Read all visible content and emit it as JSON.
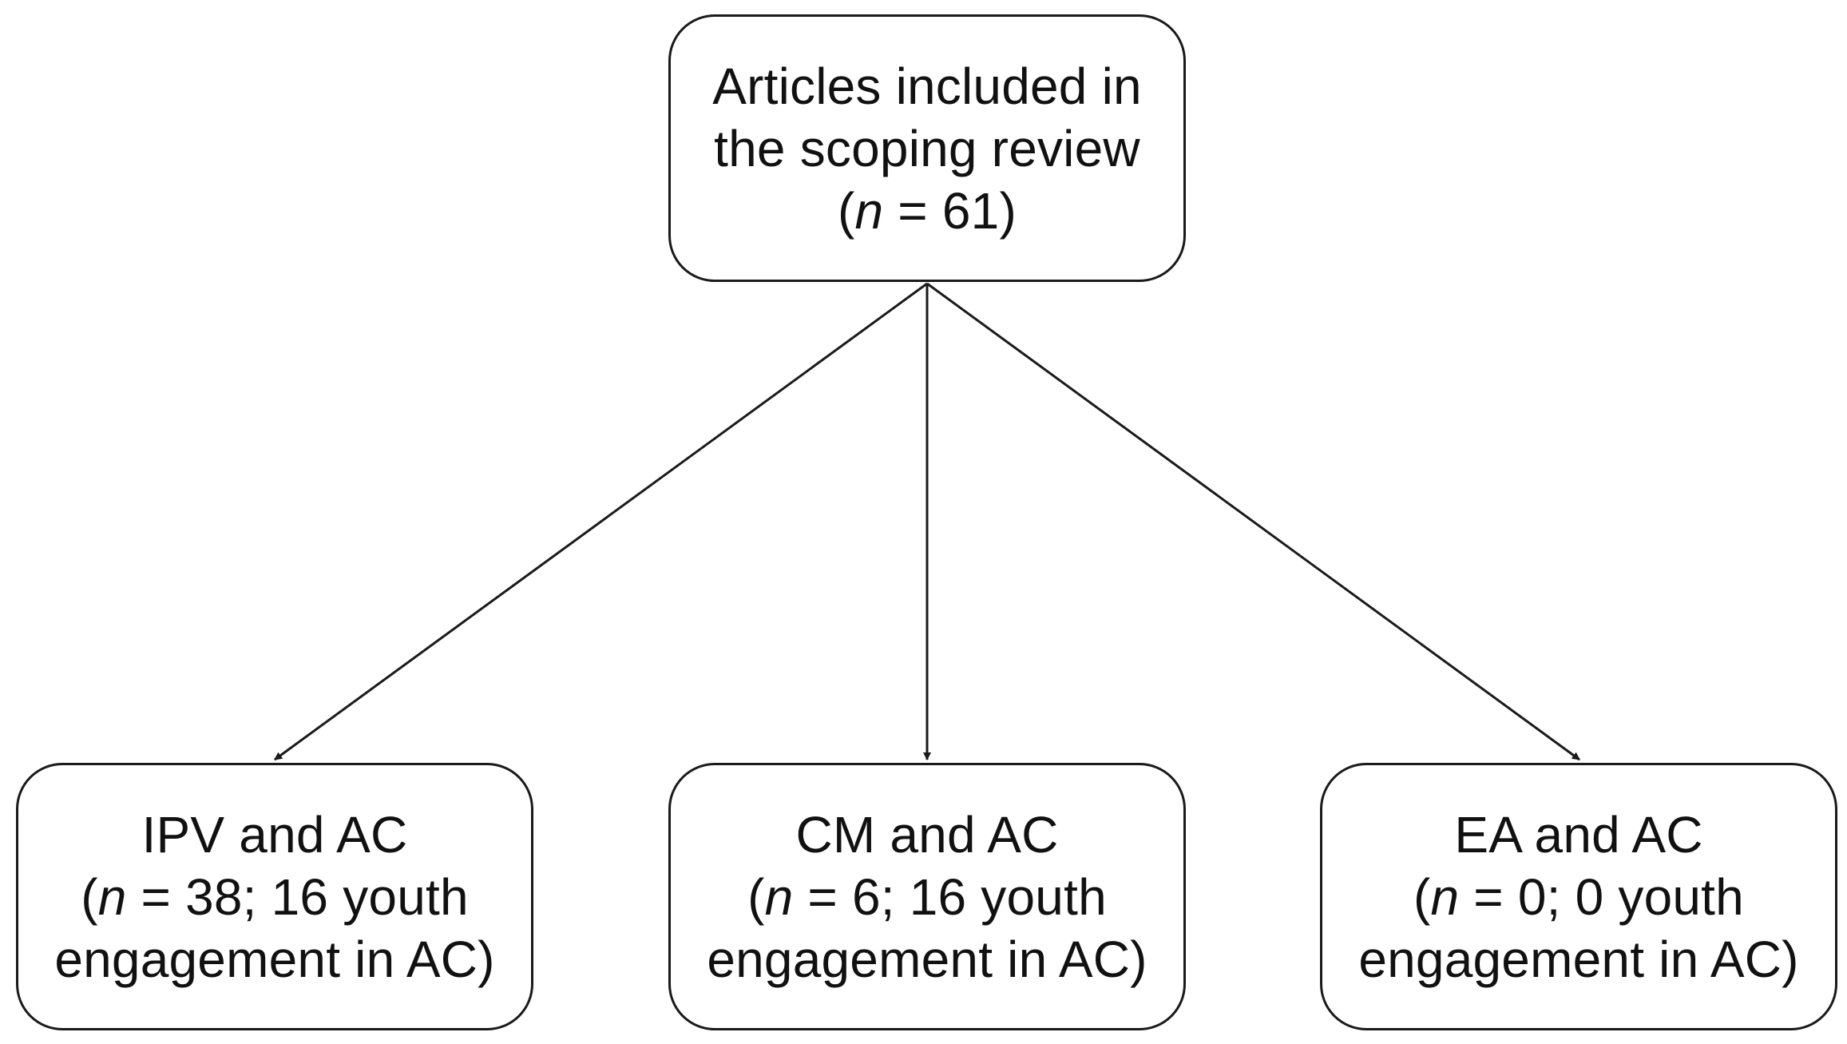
{
  "diagram": {
    "root": {
      "line1": "Articles included in",
      "line2": "the scoping review",
      "open_paren": "(",
      "n_symbol": "n",
      "count_text": " = 61)"
    },
    "children": [
      {
        "line1": "IPV and AC",
        "open_paren": "(",
        "n_symbol": "n",
        "count_text": " = 38; 16 youth",
        "line3": "engagement in AC)"
      },
      {
        "line1": "CM and AC",
        "open_paren": "(",
        "n_symbol": "n",
        "count_text": " = 6; 16 youth",
        "line3": "engagement in AC)"
      },
      {
        "line1": "EA and AC",
        "open_paren": "(",
        "n_symbol": "n",
        "count_text": " = 0; 0 youth",
        "line3": "engagement in AC)"
      }
    ],
    "colors": {
      "stroke": "#1a1a1a",
      "background": "#ffffff",
      "text": "#111111"
    }
  }
}
